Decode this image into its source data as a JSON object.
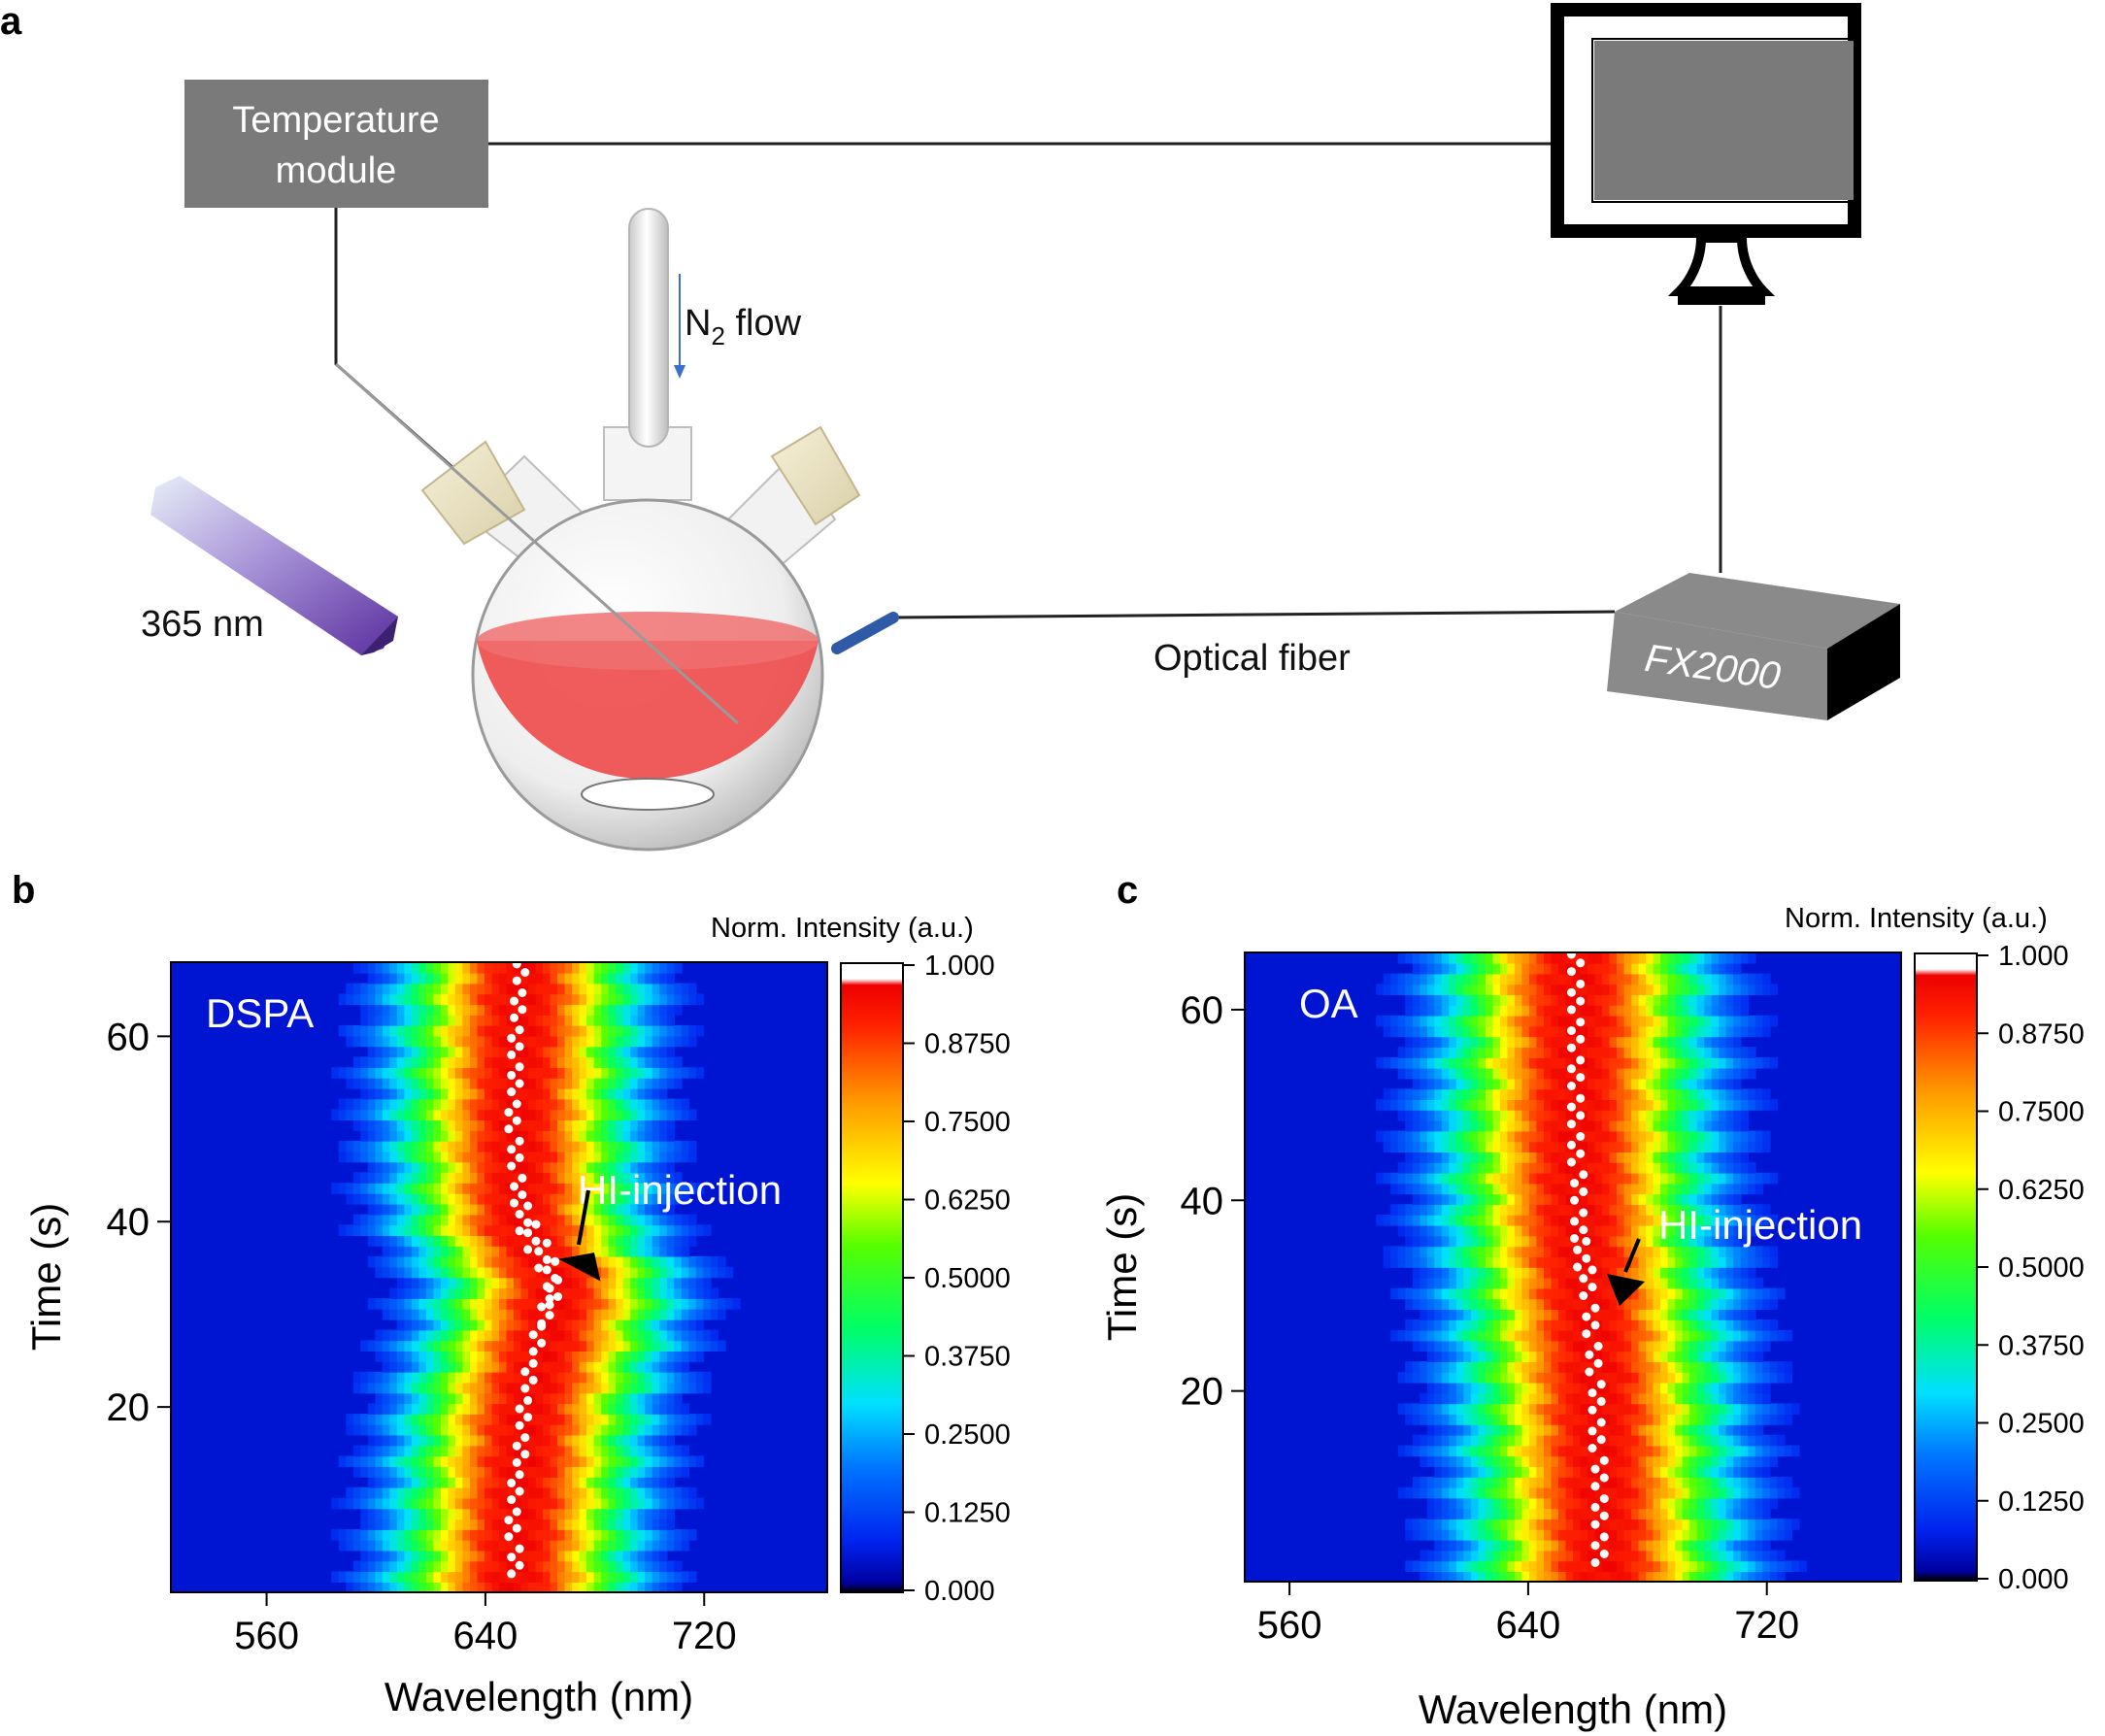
{
  "panel_a": {
    "letter": "a",
    "temperature_module_line1": "Temperature",
    "temperature_module_line2": "module",
    "n2_flow_main": "N",
    "n2_flow_sub": "2",
    "n2_flow_rest": " flow",
    "led_label": "365 nm",
    "fiber_label": "Optical fiber",
    "spectrometer_label": "FX2000"
  },
  "colors": {
    "box_gray": "#7a7a7a",
    "liquid_red": "#ee4a4a",
    "led_purple": "#7b4fc4",
    "fiber_blue": "#2f5aa8",
    "heat_low": "#0033cc",
    "heat_high": "#ff0000"
  },
  "chart_data": [
    {
      "type": "heatmap",
      "panel": "b",
      "label": "DSPA",
      "xlabel": "Wavelength (nm)",
      "ylabel": "Time (s)",
      "colorbar_label": "Norm. Intensity (a.u.)",
      "xlim": [
        525,
        765
      ],
      "ylim": [
        0,
        68
      ],
      "xticks": [
        "560",
        "640",
        "720"
      ],
      "yticks": [
        "20",
        "40",
        "60"
      ],
      "colorbar_ticks": [
        "1.000",
        "0.8750",
        "0.7500",
        "0.6250",
        "0.5000",
        "0.3750",
        "0.2500",
        "0.1250",
        "0.000"
      ],
      "annotation": "HI-injection",
      "peak_center_nm": [
        {
          "t": 0,
          "nm": 650
        },
        {
          "t": 10,
          "nm": 652
        },
        {
          "t": 20,
          "nm": 655
        },
        {
          "t": 30,
          "nm": 664
        },
        {
          "t": 34,
          "nm": 666
        },
        {
          "t": 37,
          "nm": 658
        },
        {
          "t": 40,
          "nm": 653
        },
        {
          "t": 50,
          "nm": 651
        },
        {
          "t": 60,
          "nm": 652
        },
        {
          "t": 68,
          "nm": 653
        }
      ],
      "peak_points": [
        {
          "t": 2,
          "nm": 651
        },
        {
          "t": 6,
          "nm": 650
        },
        {
          "t": 10,
          "nm": 651
        },
        {
          "t": 14,
          "nm": 653
        },
        {
          "t": 18,
          "nm": 654
        },
        {
          "t": 22,
          "nm": 656
        },
        {
          "t": 26,
          "nm": 659
        },
        {
          "t": 29,
          "nm": 662
        },
        {
          "t": 31,
          "nm": 665
        },
        {
          "t": 33,
          "nm": 664
        },
        {
          "t": 35,
          "nm": 661
        },
        {
          "t": 37,
          "nm": 657
        },
        {
          "t": 39,
          "nm": 654
        },
        {
          "t": 42,
          "nm": 652
        },
        {
          "t": 46,
          "nm": 651
        },
        {
          "t": 50,
          "nm": 650
        },
        {
          "t": 54,
          "nm": 651
        },
        {
          "t": 58,
          "nm": 651
        },
        {
          "t": 62,
          "nm": 652
        },
        {
          "t": 66,
          "nm": 653
        }
      ]
    },
    {
      "type": "heatmap",
      "panel": "c",
      "label": "OA",
      "xlabel": "Wavelength (nm)",
      "ylabel": "Time (s)",
      "colorbar_label": "Norm. Intensity (a.u.)",
      "xlim": [
        545,
        765
      ],
      "ylim": [
        0,
        66
      ],
      "xticks": [
        "560",
        "640",
        "720"
      ],
      "yticks": [
        "20",
        "40",
        "60"
      ],
      "colorbar_ticks": [
        "1.000",
        "0.8750",
        "0.7500",
        "0.6250",
        "0.5000",
        "0.3750",
        "0.2500",
        "0.1250",
        "0.000"
      ],
      "annotation": "HI-injection",
      "peak_center_nm": [
        {
          "t": 0,
          "nm": 665
        },
        {
          "t": 10,
          "nm": 664
        },
        {
          "t": 20,
          "nm": 663
        },
        {
          "t": 30,
          "nm": 660
        },
        {
          "t": 36,
          "nm": 657
        },
        {
          "t": 45,
          "nm": 656
        },
        {
          "t": 55,
          "nm": 656
        },
        {
          "t": 66,
          "nm": 656
        }
      ],
      "peak_points": [
        {
          "t": 2,
          "nm": 664
        },
        {
          "t": 6,
          "nm": 664
        },
        {
          "t": 10,
          "nm": 664
        },
        {
          "t": 14,
          "nm": 663
        },
        {
          "t": 18,
          "nm": 663
        },
        {
          "t": 22,
          "nm": 662
        },
        {
          "t": 26,
          "nm": 661
        },
        {
          "t": 30,
          "nm": 660
        },
        {
          "t": 33,
          "nm": 658
        },
        {
          "t": 36,
          "nm": 657
        },
        {
          "t": 40,
          "nm": 657
        },
        {
          "t": 44,
          "nm": 656
        },
        {
          "t": 48,
          "nm": 656
        },
        {
          "t": 52,
          "nm": 656
        },
        {
          "t": 56,
          "nm": 656
        },
        {
          "t": 60,
          "nm": 656
        },
        {
          "t": 64,
          "nm": 656
        }
      ]
    }
  ]
}
